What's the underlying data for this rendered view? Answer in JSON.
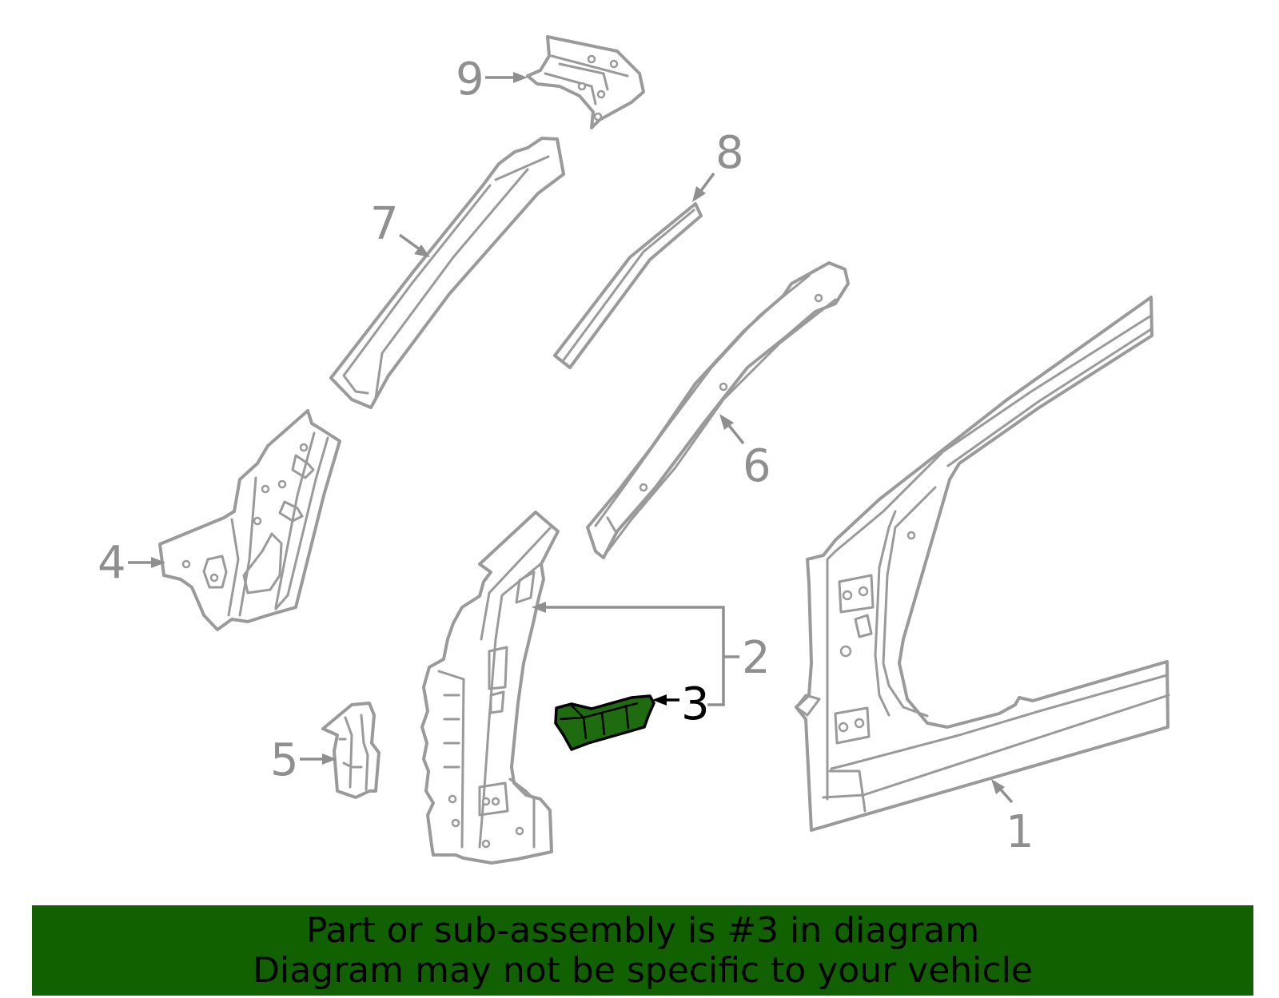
{
  "callouts": {
    "c1": "1",
    "c2": "2",
    "c3": "3",
    "c4": "4",
    "c5": "5",
    "c6": "6",
    "c7": "7",
    "c8": "8",
    "c9": "9"
  },
  "highlighted_part": "3",
  "banner": {
    "line1": "Part or sub-assembly is #3 in diagram",
    "line2": "Diagram may not be specific to your vehicle"
  },
  "colors": {
    "banner_background": "#116100",
    "highlight_fill": "#1f6b10",
    "line_art": "#9a9a9a",
    "text": "#000000"
  }
}
